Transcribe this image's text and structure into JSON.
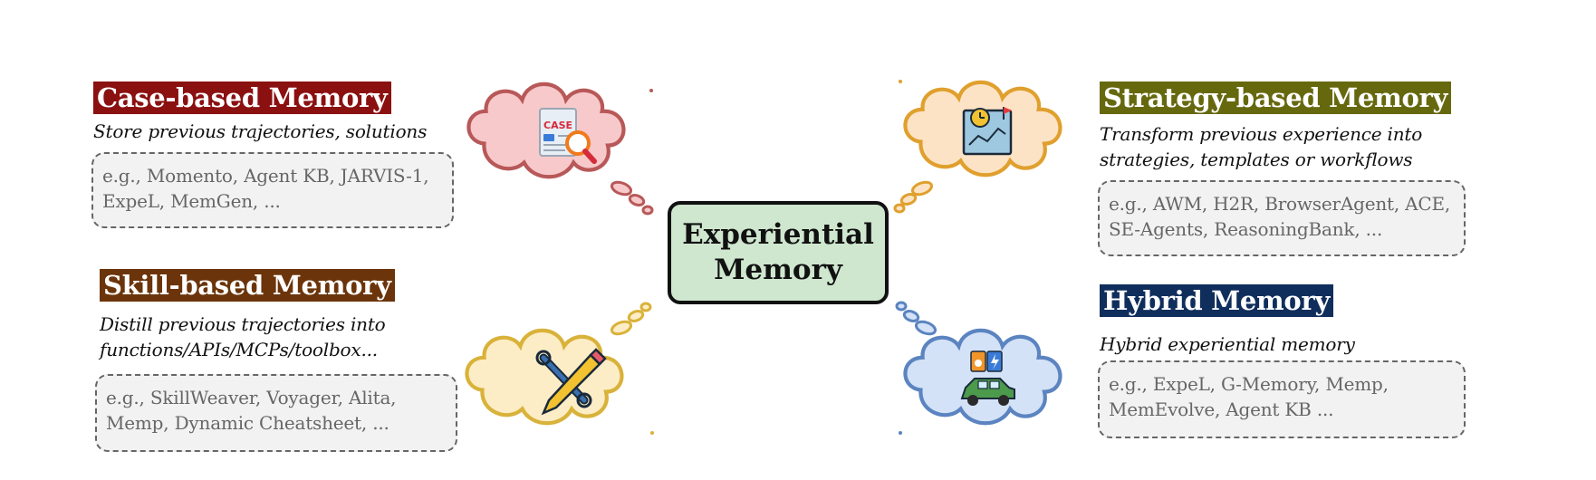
{
  "center": {
    "line1": "Experiential",
    "line2": "Memory"
  },
  "case": {
    "title": "Case-based Memory",
    "desc": "Store previous trajectories, solutions",
    "examples": [
      "e.g., Momento, Agent KB, JARVIS-1,",
      "ExpeL, MemGen, ..."
    ],
    "icon_text": "CASE",
    "colors": {
      "title_bg": "#8b1010",
      "cloud_fill": "#f7c9cb",
      "cloud_stroke": "#b85858"
    }
  },
  "skill": {
    "title": "Skill-based Memory",
    "desc_lines": [
      "Distill previous trajectories into",
      "functions/APIs/MCPs/toolbox..."
    ],
    "examples": [
      "e.g., SkillWeaver, Voyager, Alita,",
      "Memp, Dynamic Cheatsheet, ..."
    ],
    "colors": {
      "title_bg": "#6b340a",
      "cloud_fill": "#fdedc6",
      "cloud_stroke": "#d9b23a"
    }
  },
  "strategy": {
    "title": "Strategy-based Memory",
    "desc_lines": [
      "Transform previous experience into",
      "strategies, templates or workflows"
    ],
    "examples": [
      "e.g., AWM, H2R, BrowserAgent, ACE,",
      "SE-Agents, ReasoningBank, ..."
    ],
    "colors": {
      "title_bg": "#66680e",
      "cloud_fill": "#fde3c6",
      "cloud_stroke": "#e0a02e"
    }
  },
  "hybrid": {
    "title": "Hybrid Memory",
    "desc": "Hybrid experiential memory",
    "examples": [
      "e.g., ExpeL, G-Memory, Memp,",
      "MemEvolve, Agent KB ..."
    ],
    "colors": {
      "title_bg": "#102e5c",
      "cloud_fill": "#d3e2f7",
      "cloud_stroke": "#5b84c0"
    }
  },
  "center_colors": {
    "fill": "#cfe6cf",
    "border": "#111111"
  }
}
